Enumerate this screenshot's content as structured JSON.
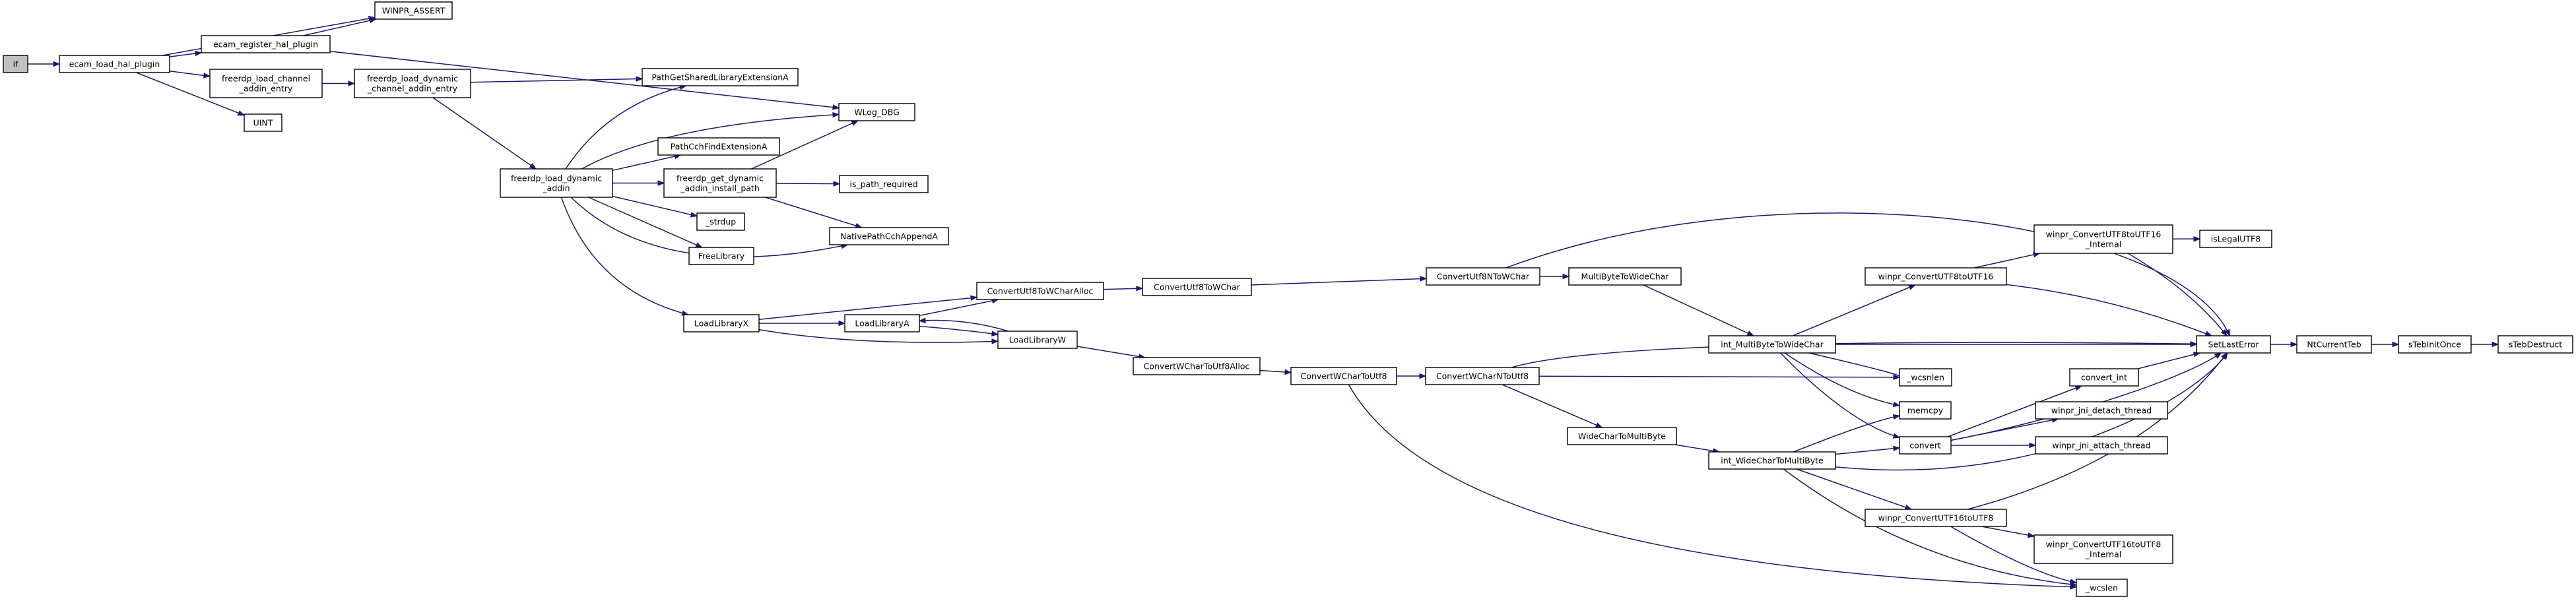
{
  "graph": {
    "kind": "call-graph",
    "colors": {
      "edge": "#191970",
      "node_border": "#000000",
      "node_fill": "#ffffff",
      "root_fill": "#bfbfbf",
      "background": "#ffffff"
    },
    "nodes": [
      {
        "id": "if",
        "lines": [
          "if"
        ],
        "root": true
      },
      {
        "id": "ecam_load_hal_plugin",
        "lines": [
          "ecam_load_hal_plugin"
        ]
      },
      {
        "id": "WINPR_ASSERT",
        "lines": [
          "WINPR_ASSERT"
        ]
      },
      {
        "id": "ecam_register_hal_plugin",
        "lines": [
          "ecam_register_hal_plugin"
        ]
      },
      {
        "id": "freerdp_load_channel_addin_entry",
        "lines": [
          "freerdp_load_channel",
          "_addin_entry"
        ]
      },
      {
        "id": "UINT",
        "lines": [
          "UINT"
        ]
      },
      {
        "id": "freerdp_load_dynamic_channel_addin_entry",
        "lines": [
          "freerdp_load_dynamic",
          "_channel_addin_entry"
        ]
      },
      {
        "id": "PathGetSharedLibraryExtensionA",
        "lines": [
          "PathGetSharedLibraryExtensionA"
        ]
      },
      {
        "id": "WLog_DBG",
        "lines": [
          "WLog_DBG"
        ]
      },
      {
        "id": "freerdp_load_dynamic_addin",
        "lines": [
          "freerdp_load_dynamic",
          "_addin"
        ]
      },
      {
        "id": "PathCchFindExtensionA",
        "lines": [
          "PathCchFindExtensionA"
        ]
      },
      {
        "id": "freerdp_get_dynamic_addin_install_path",
        "lines": [
          "freerdp_get_dynamic",
          "_addin_install_path"
        ]
      },
      {
        "id": "is_path_required",
        "lines": [
          "is_path_required"
        ]
      },
      {
        "id": "_strdup",
        "lines": [
          "_strdup"
        ]
      },
      {
        "id": "FreeLibrary",
        "lines": [
          "FreeLibrary"
        ]
      },
      {
        "id": "NativePathCchAppendA",
        "lines": [
          "NativePathCchAppendA"
        ]
      },
      {
        "id": "LoadLibraryX",
        "lines": [
          "LoadLibraryX"
        ]
      },
      {
        "id": "ConvertUtf8ToWCharAlloc",
        "lines": [
          "ConvertUtf8ToWCharAlloc"
        ]
      },
      {
        "id": "LoadLibraryA",
        "lines": [
          "LoadLibraryA"
        ]
      },
      {
        "id": "LoadLibraryW",
        "lines": [
          "LoadLibraryW"
        ]
      },
      {
        "id": "ConvertUtf8ToWChar",
        "lines": [
          "ConvertUtf8ToWChar"
        ]
      },
      {
        "id": "ConvertWCharToUtf8Alloc",
        "lines": [
          "ConvertWCharToUtf8Alloc"
        ]
      },
      {
        "id": "ConvertWCharToUtf8",
        "lines": [
          "ConvertWCharToUtf8"
        ]
      },
      {
        "id": "ConvertUtf8NToWChar",
        "lines": [
          "ConvertUtf8NToWChar"
        ]
      },
      {
        "id": "ConvertWCharNToUtf8",
        "lines": [
          "ConvertWCharNToUtf8"
        ]
      },
      {
        "id": "MultiByteToWideChar",
        "lines": [
          "MultiByteToWideChar"
        ]
      },
      {
        "id": "WideCharToMultiByte",
        "lines": [
          "WideCharToMultiByte"
        ]
      },
      {
        "id": "int_MultiByteToWideChar",
        "lines": [
          "int_MultiByteToWideChar"
        ]
      },
      {
        "id": "int_WideCharToMultiByte",
        "lines": [
          "int_WideCharToMultiByte"
        ]
      },
      {
        "id": "winpr_ConvertUTF8toUTF16",
        "lines": [
          "winpr_ConvertUTF8toUTF16"
        ]
      },
      {
        "id": "winpr_ConvertUTF8toUTF16_Internal",
        "lines": [
          "winpr_ConvertUTF8toUTF16",
          "_Internal"
        ]
      },
      {
        "id": "winpr_ConvertUTF16toUTF8",
        "lines": [
          "winpr_ConvertUTF16toUTF8"
        ]
      },
      {
        "id": "winpr_ConvertUTF16toUTF8_Internal",
        "lines": [
          "winpr_ConvertUTF16toUTF8",
          "_Internal"
        ]
      },
      {
        "id": "_wcsnlen",
        "lines": [
          "_wcsnlen"
        ]
      },
      {
        "id": "memcpy",
        "lines": [
          "memcpy"
        ]
      },
      {
        "id": "convert",
        "lines": [
          "convert"
        ]
      },
      {
        "id": "convert_int",
        "lines": [
          "convert_int"
        ]
      },
      {
        "id": "winpr_jni_detach_thread",
        "lines": [
          "winpr_jni_detach_thread"
        ]
      },
      {
        "id": "winpr_jni_attach_thread",
        "lines": [
          "winpr_jni_attach_thread"
        ]
      },
      {
        "id": "_wcslen",
        "lines": [
          "_wcslen"
        ]
      },
      {
        "id": "isLegalUTF8",
        "lines": [
          "isLegalUTF8"
        ]
      },
      {
        "id": "SetLastError",
        "lines": [
          "SetLastError"
        ]
      },
      {
        "id": "NtCurrentTeb",
        "lines": [
          "NtCurrentTeb"
        ]
      },
      {
        "id": "sTebInitOnce",
        "lines": [
          "sTebInitOnce"
        ]
      },
      {
        "id": "sTebDestruct",
        "lines": [
          "sTebDestruct"
        ]
      }
    ],
    "edges": [
      [
        "if",
        "ecam_load_hal_plugin"
      ],
      [
        "ecam_load_hal_plugin",
        "WINPR_ASSERT"
      ],
      [
        "ecam_load_hal_plugin",
        "ecam_register_hal_plugin"
      ],
      [
        "ecam_load_hal_plugin",
        "freerdp_load_channel_addin_entry"
      ],
      [
        "ecam_load_hal_plugin",
        "UINT"
      ],
      [
        "ecam_register_hal_plugin",
        "WINPR_ASSERT"
      ],
      [
        "ecam_register_hal_plugin",
        "WLog_DBG"
      ],
      [
        "freerdp_load_channel_addin_entry",
        "freerdp_load_dynamic_channel_addin_entry"
      ],
      [
        "freerdp_load_dynamic_channel_addin_entry",
        "PathGetSharedLibraryExtensionA"
      ],
      [
        "freerdp_load_dynamic_channel_addin_entry",
        "freerdp_load_dynamic_addin"
      ],
      [
        "freerdp_load_dynamic_addin",
        "PathGetSharedLibraryExtensionA"
      ],
      [
        "freerdp_load_dynamic_addin",
        "WLog_DBG"
      ],
      [
        "freerdp_load_dynamic_addin",
        "PathCchFindExtensionA"
      ],
      [
        "freerdp_load_dynamic_addin",
        "freerdp_get_dynamic_addin_install_path"
      ],
      [
        "freerdp_load_dynamic_addin",
        "_strdup"
      ],
      [
        "freerdp_load_dynamic_addin",
        "FreeLibrary"
      ],
      [
        "freerdp_load_dynamic_addin",
        "NativePathCchAppendA"
      ],
      [
        "freerdp_load_dynamic_addin",
        "LoadLibraryX"
      ],
      [
        "freerdp_get_dynamic_addin_install_path",
        "WLog_DBG"
      ],
      [
        "freerdp_get_dynamic_addin_install_path",
        "is_path_required"
      ],
      [
        "freerdp_get_dynamic_addin_install_path",
        "NativePathCchAppendA"
      ],
      [
        "LoadLibraryX",
        "ConvertUtf8ToWCharAlloc"
      ],
      [
        "LoadLibraryX",
        "LoadLibraryA"
      ],
      [
        "LoadLibraryX",
        "LoadLibraryW"
      ],
      [
        "LoadLibraryA",
        "ConvertUtf8ToWCharAlloc"
      ],
      [
        "LoadLibraryA",
        "LoadLibraryW"
      ],
      [
        "LoadLibraryW",
        "LoadLibraryA"
      ],
      [
        "LoadLibraryW",
        "ConvertWCharToUtf8Alloc"
      ],
      [
        "ConvertUtf8ToWCharAlloc",
        "ConvertUtf8ToWChar"
      ],
      [
        "ConvertUtf8ToWChar",
        "ConvertUtf8NToWChar"
      ],
      [
        "ConvertUtf8NToWChar",
        "MultiByteToWideChar"
      ],
      [
        "ConvertUtf8NToWChar",
        "SetLastError"
      ],
      [
        "ConvertWCharToUtf8Alloc",
        "ConvertWCharToUtf8"
      ],
      [
        "ConvertWCharToUtf8",
        "ConvertWCharNToUtf8"
      ],
      [
        "ConvertWCharToUtf8",
        "_wcslen"
      ],
      [
        "ConvertWCharNToUtf8",
        "SetLastError"
      ],
      [
        "ConvertWCharNToUtf8",
        "_wcsnlen"
      ],
      [
        "ConvertWCharNToUtf8",
        "WideCharToMultiByte"
      ],
      [
        "MultiByteToWideChar",
        "int_MultiByteToWideChar"
      ],
      [
        "WideCharToMultiByte",
        "int_WideCharToMultiByte"
      ],
      [
        "int_MultiByteToWideChar",
        "winpr_ConvertUTF8toUTF16"
      ],
      [
        "int_MultiByteToWideChar",
        "SetLastError"
      ],
      [
        "int_MultiByteToWideChar",
        "_wcsnlen"
      ],
      [
        "int_MultiByteToWideChar",
        "memcpy"
      ],
      [
        "int_MultiByteToWideChar",
        "convert"
      ],
      [
        "int_WideCharToMultiByte",
        "memcpy"
      ],
      [
        "int_WideCharToMultiByte",
        "convert"
      ],
      [
        "int_WideCharToMultiByte",
        "SetLastError"
      ],
      [
        "int_WideCharToMultiByte",
        "winpr_ConvertUTF16toUTF8"
      ],
      [
        "int_WideCharToMultiByte",
        "_wcslen"
      ],
      [
        "winpr_ConvertUTF8toUTF16",
        "winpr_ConvertUTF8toUTF16_Internal"
      ],
      [
        "winpr_ConvertUTF8toUTF16",
        "SetLastError"
      ],
      [
        "winpr_ConvertUTF8toUTF16_Internal",
        "isLegalUTF8"
      ],
      [
        "winpr_ConvertUTF8toUTF16_Internal",
        "SetLastError"
      ],
      [
        "winpr_ConvertUTF16toUTF8",
        "winpr_ConvertUTF16toUTF8_Internal"
      ],
      [
        "winpr_ConvertUTF16toUTF8",
        "SetLastError"
      ],
      [
        "winpr_ConvertUTF16toUTF8",
        "_wcslen"
      ],
      [
        "convert",
        "convert_int"
      ],
      [
        "convert",
        "winpr_jni_detach_thread"
      ],
      [
        "convert",
        "winpr_jni_attach_thread"
      ],
      [
        "convert",
        "SetLastError"
      ],
      [
        "convert_int",
        "SetLastError"
      ],
      [
        "SetLastError",
        "NtCurrentTeb"
      ],
      [
        "NtCurrentTeb",
        "sTebInitOnce"
      ],
      [
        "sTebInitOnce",
        "sTebDestruct"
      ]
    ]
  }
}
